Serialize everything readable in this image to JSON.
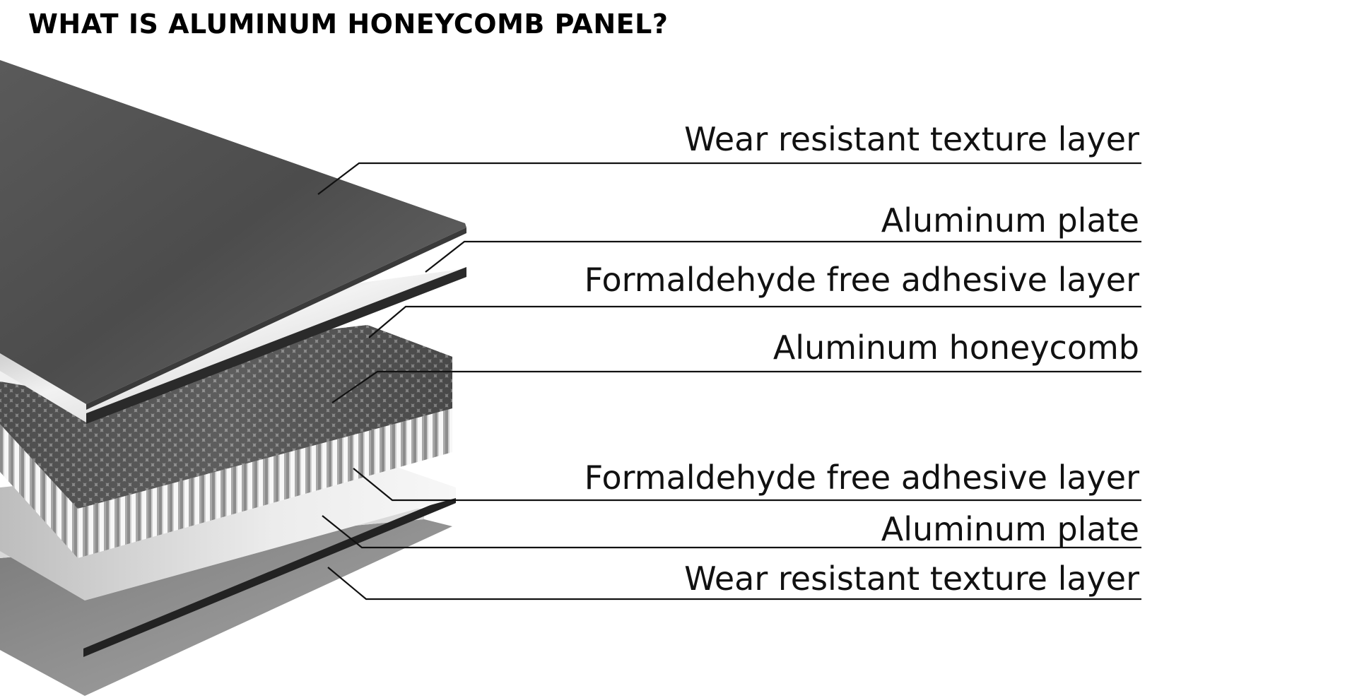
{
  "title": "WHAT IS ALUMINUM HONEYCOMB PANEL?",
  "labels": [
    "Wear resistant texture layer",
    "Aluminum plate",
    "Formaldehyde free adhesive layer",
    "Aluminum honeycomb",
    "Formaldehyde free adhesive layer",
    "Aluminum plate",
    "Wear resistant texture layer"
  ]
}
